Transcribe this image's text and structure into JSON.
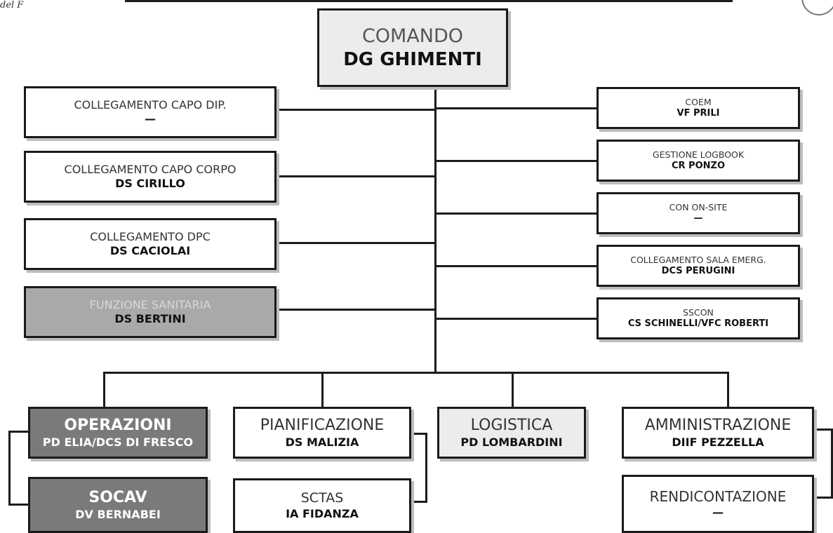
{
  "header": {
    "logo_fragment": "del F"
  },
  "command": {
    "title": "COMANDO",
    "name": "DG GHIMENTI"
  },
  "left_staff": [
    {
      "title": "COLLEGAMENTO CAPO DIP.",
      "name": "—"
    },
    {
      "title": "COLLEGAMENTO CAPO CORPO",
      "name": "DS CIRILLO"
    },
    {
      "title": "COLLEGAMENTO DPC",
      "name": "DS CACIOLAI"
    },
    {
      "title": "FUNZIONE SANITARIA",
      "name": "DS BERTINI"
    }
  ],
  "right_staff": [
    {
      "title": "COEM",
      "name": "VF PRILI"
    },
    {
      "title": "GESTIONE LOGBOOK",
      "name": "CR PONZO"
    },
    {
      "title": "CON ON-SITE",
      "name": "—"
    },
    {
      "title": "COLLEGAMENTO SALA EMERG.",
      "name": "DCS PERUGINI"
    },
    {
      "title": "SSCON",
      "name": "CS SCHINELLI/VFC ROBERTI"
    }
  ],
  "functions": [
    {
      "title": "OPERAZIONI",
      "name": "PD ELIA/DCS DI FRESCO"
    },
    {
      "title": "PIANIFICAZIONE",
      "name": "DS MALIZIA"
    },
    {
      "title": "LOGISTICA",
      "name": "PD LOMBARDINI"
    },
    {
      "title": "AMMINISTRAZIONE",
      "name": "DIIF PEZZELLA"
    }
  ],
  "sub_functions": [
    {
      "title": "SOCAV",
      "name": "DV BERNABEI"
    },
    {
      "title": "SCTAS",
      "name": "IA FIDANZA"
    },
    {
      "title": "RENDICONTAZIONE",
      "name": "—"
    }
  ],
  "colors": {
    "line": "#1c1c1c",
    "light_gray": "#ececec",
    "mid_gray": "#a9a9a9",
    "dark_gray": "#7a7a7a"
  }
}
